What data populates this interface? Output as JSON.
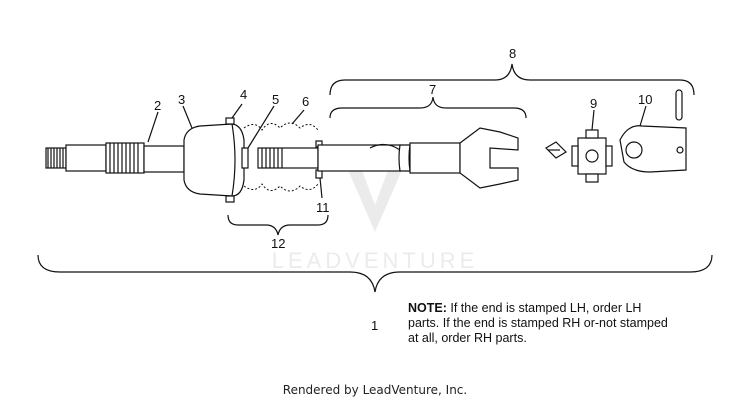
{
  "callouts": {
    "c1": "1",
    "c2": "2",
    "c3": "3",
    "c4": "4",
    "c5": "5",
    "c6": "6",
    "c7": "7",
    "c8": "8",
    "c9": "9",
    "c10": "10",
    "c11": "11",
    "c12": "12"
  },
  "watermark": "LEADVENTURE",
  "note": {
    "label": "NOTE:",
    "text": " If the end is stamped LH, order LH parts.  If the end is stamped RH or-not stamped at all, order RH parts."
  },
  "footer": "Rendered by LeadVenture, Inc."
}
